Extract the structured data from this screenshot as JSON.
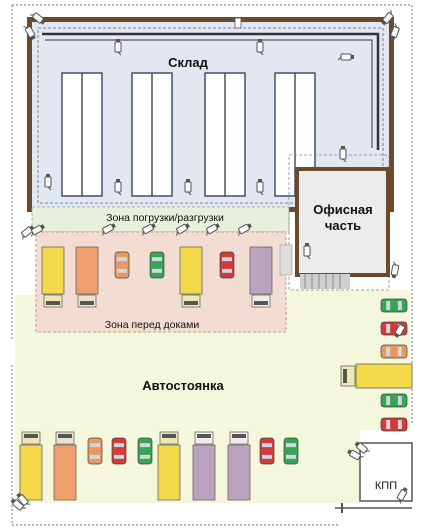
{
  "labels": {
    "warehouse": "Склад",
    "loading_zone": "Зона погрузки/разгрузки",
    "office_line1": "Офисная",
    "office_line2": "часть",
    "dock_zone": "Зона перед доками",
    "parking": "Автостоянка",
    "checkpoint": "КПП"
  },
  "colors": {
    "warehouse_floor": "#e3e7f1",
    "wall": "#6b4a2b",
    "loading_zone": "#e7f0da",
    "dock_zone": "#f3ddd2",
    "parking": "#f5f7dc",
    "office": "#ececec",
    "rack": "#ffffff",
    "truck_yellow_body": "#f3d84a",
    "truck_yellow_cab": "#eee9b4",
    "truck_orange_body": "#ee9f6d",
    "truck_orange_cab": "#eee1cf",
    "truck_purple_body": "#bba3bf",
    "truck_purple_cab": "#eeeeee",
    "car_green": "#36a555",
    "car_red": "#d33b3b",
    "car_orange": "#e89860",
    "camera": "#555555"
  },
  "icons": [
    "surveillance-camera-icon",
    "truck-icon",
    "car-icon",
    "gate-barrier-icon"
  ]
}
